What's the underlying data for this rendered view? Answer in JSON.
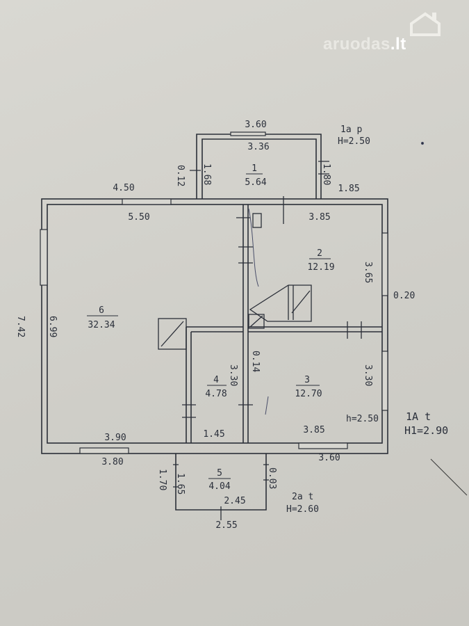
{
  "watermark": {
    "brand": "aruodas",
    "tld": ".lt"
  },
  "rooms": [
    {
      "number": "1",
      "area": "5.64"
    },
    {
      "number": "2",
      "area": "12.19"
    },
    {
      "number": "3",
      "area": "12.70"
    },
    {
      "number": "4",
      "area": "4.78"
    },
    {
      "number": "5",
      "area": "4.04"
    },
    {
      "number": "6",
      "area": "32.34"
    }
  ],
  "annotations": {
    "annex_1ap": {
      "code": "1a p",
      "height": "H=2.50"
    },
    "house_1at": {
      "code": "1A t",
      "height": "H1=2.90"
    },
    "porch_2at": {
      "code": "2a t",
      "height": "H=2.60"
    },
    "room3_height": "h=2.50"
  },
  "dimensions": {
    "annex_outer_width": "3.60",
    "annex_inner_width": "3.36",
    "annex_left_wall": "0.12",
    "annex_left_depth": "1.68",
    "annex_right_depth": "1.80",
    "top_left_window": "4.50",
    "top_right_window": "1.85",
    "room6_width_top": "5.50",
    "room2_width_top": "3.85",
    "room2_depth": "3.65",
    "right_wall": "0.20",
    "outer_depth_left": "7.42",
    "room6_depth": "6.99",
    "room4_depth": "3.30",
    "inner_wall": "0.14",
    "room3_depth": "3.30",
    "room6_width_bottom": "3.90",
    "room4_width": "1.45",
    "room3_width": "3.85",
    "bottom_left_window": "3.80",
    "bottom_right_window": "3.60",
    "porch_outer_depth": "1.70",
    "porch_inner_depth": "1.65",
    "porch_wall": "0.03",
    "porch_inner_width": "2.45",
    "porch_outer_width": "2.55"
  }
}
